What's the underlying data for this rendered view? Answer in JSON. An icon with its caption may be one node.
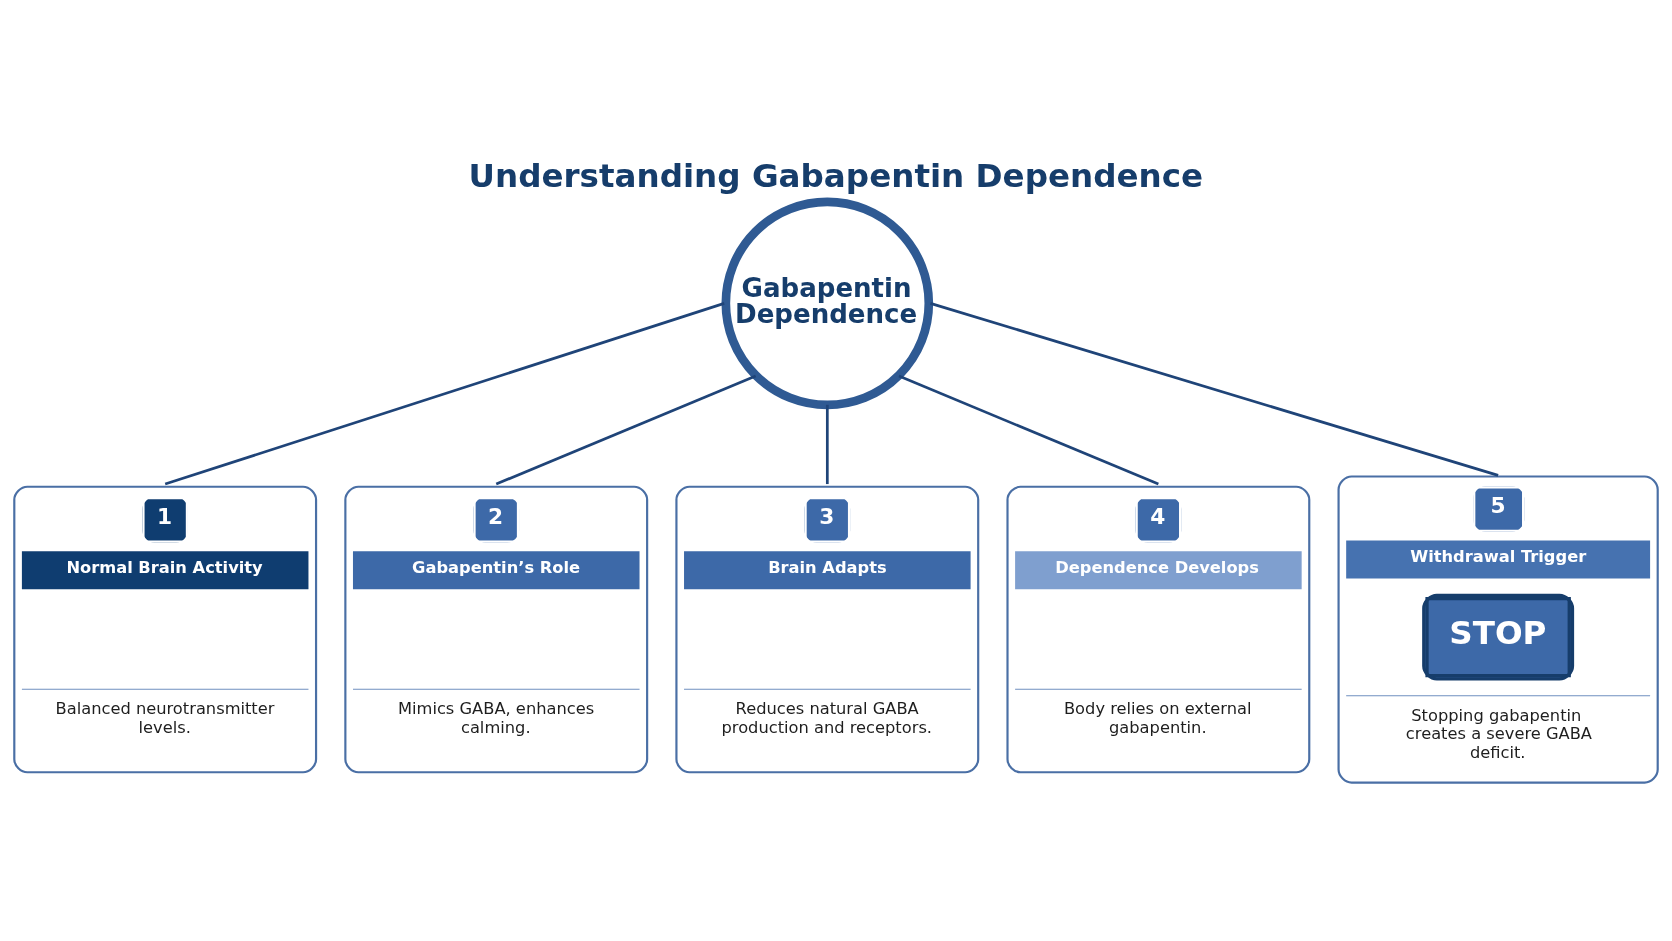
{
  "diagram": {
    "title": "Understanding Gabapentin Dependence",
    "nodes": [
      {
        "text": [
          "Gabapentin Dependence"
        ]
      },
      {
        "text": [
          "1",
          "Normal Brain Activity",
          "Balanced neurotransmitter levels."
        ]
      },
      {
        "text": [
          "2",
          "Gabapentin’s Role",
          "Mimics GABA, enhances calming."
        ]
      },
      {
        "text": [
          "3",
          "Brain Adapts",
          "Reduces natural GABA production and receptors."
        ]
      },
      {
        "text": [
          "4",
          "Dependence Develops",
          "Body relies on external gabapentin."
        ]
      },
      {
        "text": [
          "5",
          "Withdrawal Trigger",
          "STOP",
          "Stopping gabapentin creates a severe GABA deficit."
        ]
      }
    ],
    "edges": [
      {
        "from": 0,
        "to": 1,
        "arrow": "none"
      },
      {
        "from": 0,
        "to": 2,
        "arrow": "none"
      },
      {
        "from": 0,
        "to": 3,
        "arrow": "none"
      },
      {
        "from": 0,
        "to": 4,
        "arrow": "none"
      },
      {
        "from": 0,
        "to": 5,
        "arrow": "none"
      }
    ]
  }
}
